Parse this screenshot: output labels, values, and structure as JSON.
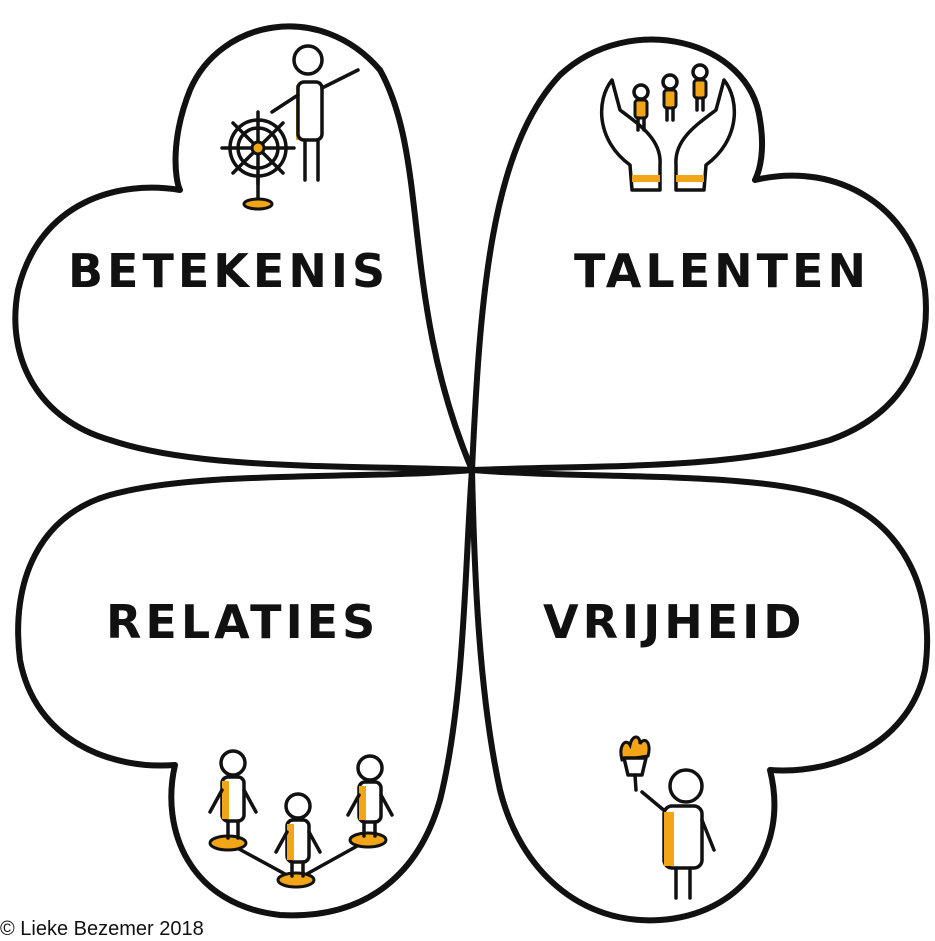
{
  "accent_color": "#F2A516",
  "ink_color": "#111111",
  "leaves": [
    {
      "label": "BETEKENIS",
      "icon": "ship-wheel-person-icon"
    },
    {
      "label": "TALENTEN",
      "icon": "hands-holding-people-icon"
    },
    {
      "label": "RELATIES",
      "icon": "connected-people-icon"
    },
    {
      "label": "VRIJHEID",
      "icon": "person-with-torch-icon"
    }
  ],
  "credit": "© Lieke Bezemer 2018"
}
